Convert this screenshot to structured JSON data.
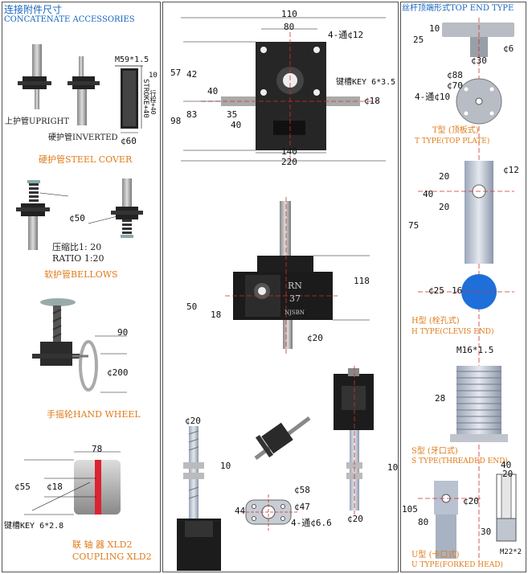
{
  "left": {
    "title_cn": "连接附件尺寸",
    "title_en": "CONCATENATE ACCESSORIES",
    "upright": "上护管UPRIGHT",
    "inverted": "硬护管INVERTED",
    "cover_dims": {
      "thread": "M59*1.5",
      "ten": "10",
      "stroke": "STROKE+40",
      "stroke_cn": "行程+40",
      "dia": "¢60"
    },
    "steel_cover": "硬护管STEEL COVER",
    "bellows_dia": "¢50",
    "ratio_cn": "压缩比1: 20",
    "ratio_en": "RATIO 1:20",
    "bellows": "软护管BELLOWS",
    "wheel_dims": {
      "w": "90",
      "d": "¢200"
    },
    "hand_wheel": "手摇轮HAND WHEEL",
    "coupling_dims": {
      "len": "78",
      "d1": "¢55",
      "d2": "¢18",
      "key": "键槽KEY 6*2.8"
    },
    "coupling_cn": "联 轴 器 XLD2",
    "coupling_en": "COUPLING XLD2"
  },
  "center": {
    "top_dims": {
      "d110": "110",
      "d80": "80",
      "holes": "4-通¢12",
      "d57": "57",
      "d42": "42",
      "d40": "40",
      "d98": "98",
      "d83": "83",
      "d35": "35",
      "d40b": "40",
      "key": "键槽KEY 6*3.5",
      "d18": "¢18",
      "d140": "140",
      "d220": "220"
    },
    "mid_dims": {
      "h118": "118",
      "h50": "50",
      "h18": "18",
      "d20": "¢20",
      "rn": "RN",
      "n37": "37",
      "brand": "NJSBN"
    },
    "bottom_left_dims": {
      "d20": "¢20",
      "ten": "10"
    },
    "flange_dims": {
      "d58": "¢58",
      "d47": "¢47",
      "h44": "44",
      "holes": "4-通¢6.6"
    },
    "bottom_right_dims": {
      "ten": "10",
      "d20": "¢20"
    }
  },
  "right": {
    "title": "丝杆顶端形式TOP END TYPE",
    "t_dims": {
      "ten": "10",
      "d25": "25",
      "d6": "¢6",
      "d30": "¢30",
      "d88": "¢88",
      "d70": "¢70",
      "holes": "4-通¢10"
    },
    "t_cn": "T型 (顶板式)",
    "t_en": "T TYPE(TOP PLATE)",
    "h_dims": {
      "d12": "¢12",
      "h20a": "20",
      "h20b": "20",
      "h40": "40",
      "h75": "75",
      "d25": "¢25",
      "d16": "16"
    },
    "h_cn": "H型 (栓孔式)",
    "h_en": "H TYPE(CLEVIS END)",
    "s_dims": {
      "thread": "M16*1.5",
      "h28": "28"
    },
    "s_cn": "S型 (牙口式)",
    "s_en": "S TYPE(THREADED END)",
    "u_dims": {
      "w40": "40",
      "w20": "20",
      "d20": "¢20",
      "h105": "105",
      "h80": "80",
      "h30": "30",
      "m22": "M22*2"
    },
    "u_cn": "U型 (卡口式)",
    "u_en": "U TYPE(FORKED HEAD)"
  },
  "colors": {
    "accent_blue": "#1565c0",
    "label_orange": "#e07b1a",
    "center_line": "#d32f2f",
    "clevis_blue": "#1e6fd9"
  }
}
